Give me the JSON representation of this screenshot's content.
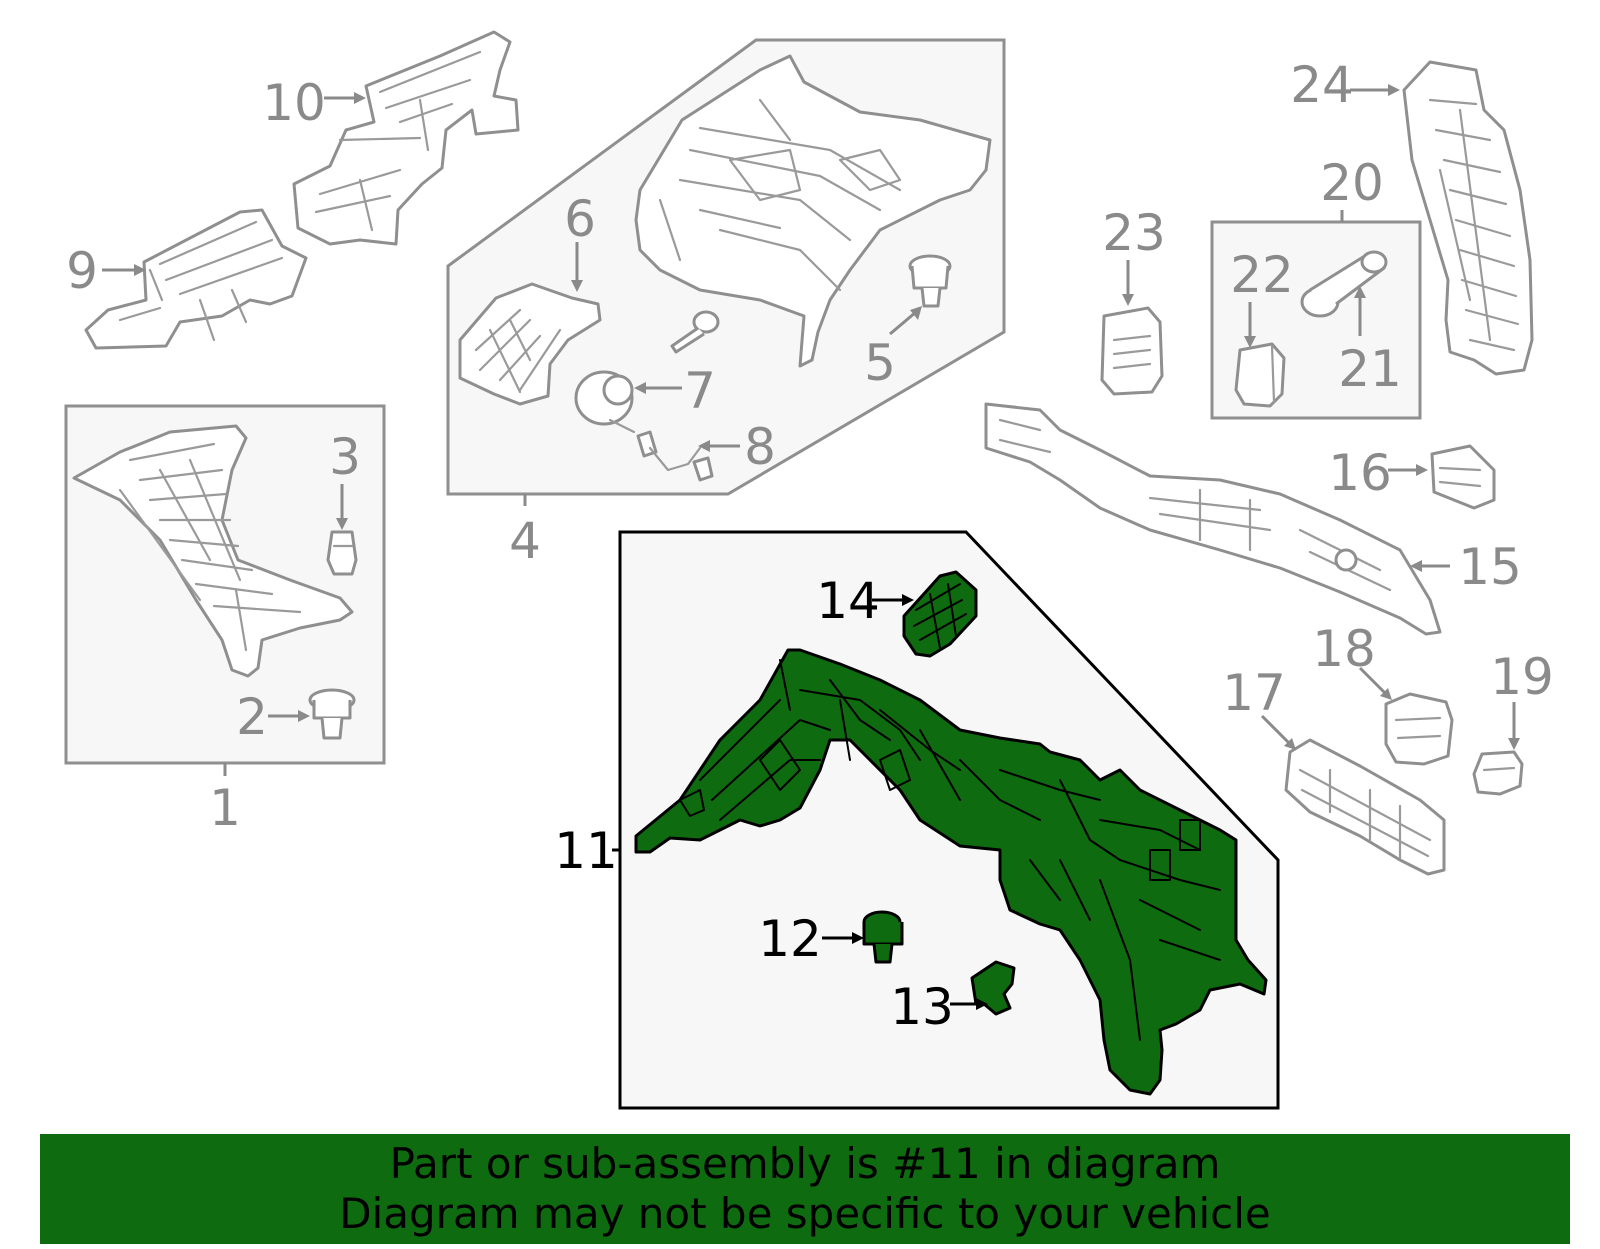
{
  "diagram": {
    "callouts": {
      "c1": "1",
      "c2": "2",
      "c3": "3",
      "c4": "4",
      "c5": "5",
      "c6": "6",
      "c7": "7",
      "c8": "8",
      "c9": "9",
      "c10": "10",
      "c11": "11",
      "c12": "12",
      "c13": "13",
      "c14": "14",
      "c15": "15",
      "c16": "16",
      "c17": "17",
      "c18": "18",
      "c19": "19",
      "c20": "20",
      "c21": "21",
      "c22": "22",
      "c23": "23",
      "c24": "24"
    },
    "highlighted_part": "11",
    "colors": {
      "highlight": "#0f6b0f",
      "part_gray": "#8f8f8f",
      "box_fill": "#f7f7f7"
    }
  },
  "banner": {
    "line1": "Part or sub-assembly is #11 in diagram",
    "line2": "Diagram may not be specific to your vehicle"
  }
}
